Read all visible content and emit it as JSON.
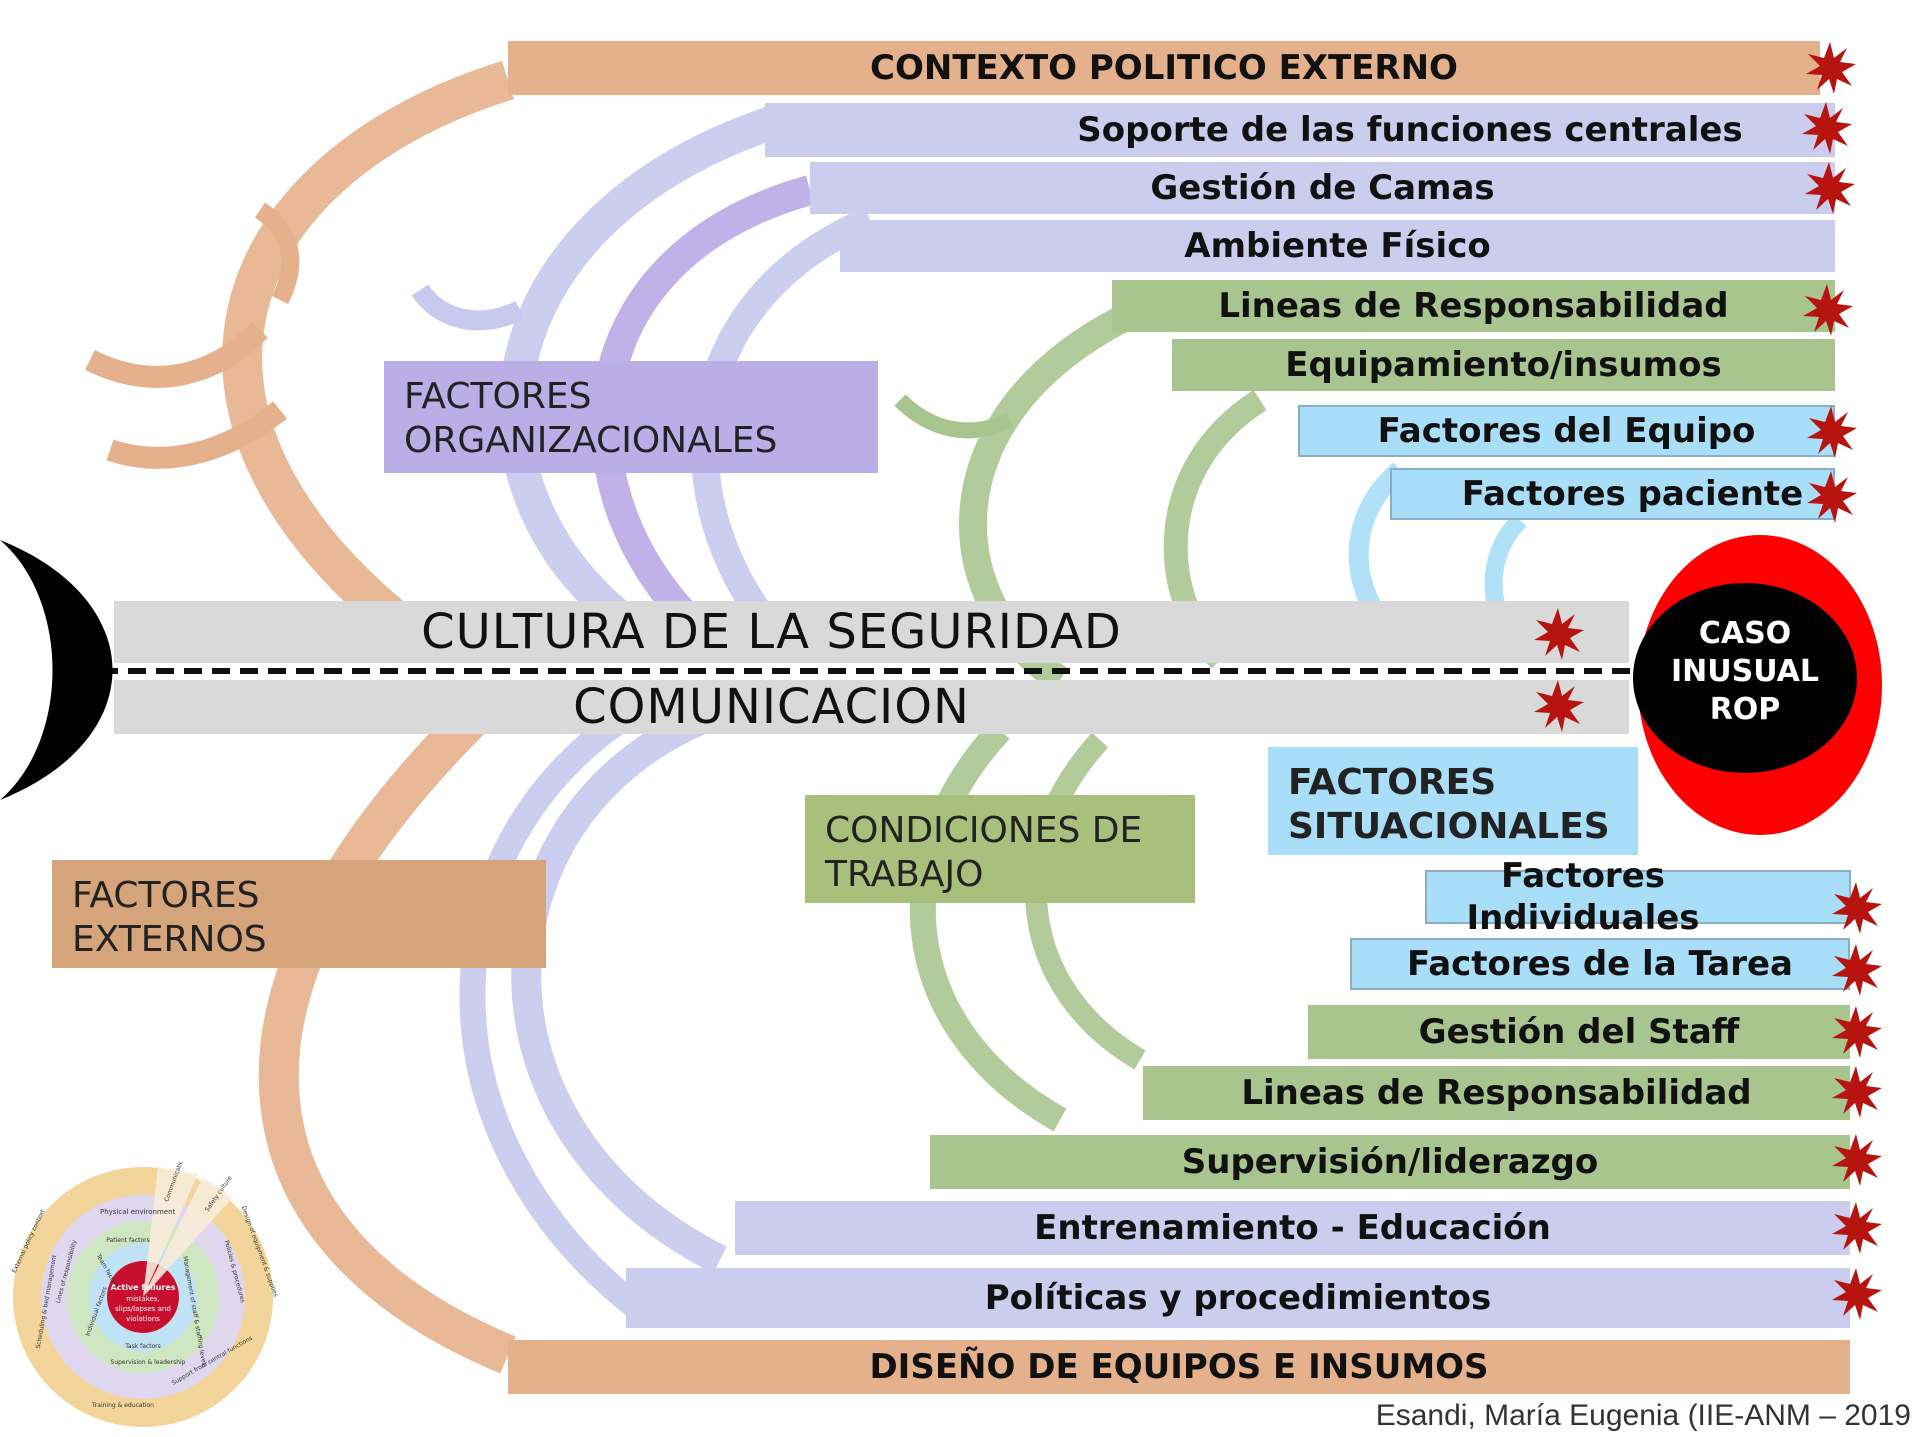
{
  "bars_top": [
    {
      "label": "CONTEXTO POLITICO EXTERNO",
      "color": "orange",
      "star": true
    },
    {
      "label": "Soporte de las funciones centrales",
      "color": "lavender",
      "star": true
    },
    {
      "label": "Gestión de Camas",
      "color": "lavender",
      "star": true
    },
    {
      "label": "Ambiente Físico",
      "color": "lavender",
      "star": false
    },
    {
      "label": "Lineas de Responsabilidad",
      "color": "green",
      "star": true
    },
    {
      "label": "Equipamiento/insumos",
      "color": "green",
      "star": false
    },
    {
      "label": "Factores del Equipo",
      "color": "blue",
      "star": true
    },
    {
      "label": "Factores paciente",
      "color": "blue",
      "star": true
    }
  ],
  "bars_bottom": [
    {
      "label_lines": [
        "Factores",
        "Individuales"
      ],
      "color": "blue",
      "star": true
    },
    {
      "label": "Factores de la Tarea",
      "color": "blue",
      "star": true
    },
    {
      "label": "Gestión del Staff",
      "color": "green",
      "star": true
    },
    {
      "label": "Lineas de Responsabilidad",
      "color": "green",
      "star": true
    },
    {
      "label": "Supervisión/liderazgo",
      "color": "green",
      "star": true
    },
    {
      "label": "Entrenamiento - Educación",
      "color": "lavender",
      "star": true
    },
    {
      "label": "Políticas y procedimientos",
      "color": "lavender",
      "star": true
    },
    {
      "label": "DISEÑO DE EQUIPOS E INSUMOS",
      "color": "orange",
      "star": false
    }
  ],
  "spine": {
    "upper": "CULTURA DE LA SEGURIDAD",
    "lower": "COMUNICACION"
  },
  "outcome": {
    "lines": [
      "CASO",
      "INUSUAL",
      "ROP"
    ],
    "colors": {
      "outer": "#ff0000",
      "inner": "#000000"
    }
  },
  "categories": {
    "organizational": [
      "FACTORES",
      "ORGANIZACIONALES"
    ],
    "external": [
      "FACTORES",
      "EXTERNOS"
    ],
    "working_conditions": [
      "CONDICIONES DE",
      "TRABAJO"
    ],
    "situational": [
      "FACTORES",
      "SITUACIONALES"
    ]
  },
  "logo": {
    "center_lines": [
      "Active failures",
      "mistakes,",
      "slips/lapses and",
      "violations"
    ],
    "ring_labels": [
      "Physical environment",
      "Communication systems",
      "Safety culture",
      "Task factors",
      "Patient factors",
      "Supervision & leadership",
      "Training & education",
      "Team factors",
      "Individual factors",
      "Scheduling & bed management",
      "Management of staff & staffing levels",
      "External policy context",
      "Design of equipment & supplies",
      "Policies & procedures",
      "Lines of responsibility",
      "Support from central functions"
    ]
  },
  "author": "Esandi, María Eugenia (IIE-ANM – 2019",
  "palette": {
    "orange": "#e5b08c",
    "lavender": "#cbcdee",
    "green": "#a8c590",
    "blue": "#a9def8",
    "star": "#b8140f",
    "spine": "#d9d9d9"
  }
}
